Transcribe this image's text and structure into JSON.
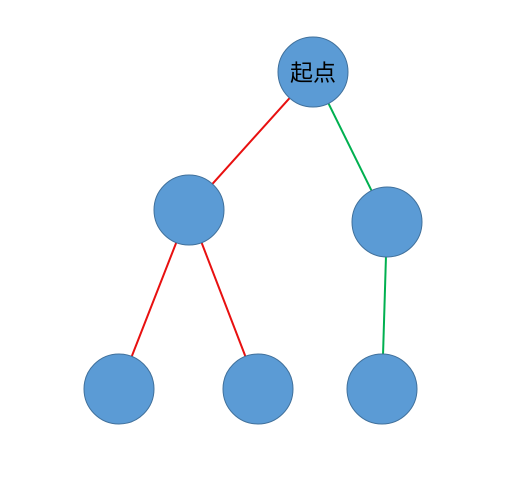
{
  "diagram": {
    "type": "tree",
    "colors": {
      "node_fill": "#5b9bd5",
      "node_stroke": "#41719c",
      "edge_red": "#e81010",
      "edge_green": "#00b050",
      "label": "#000000"
    },
    "nodes": [
      {
        "id": "root",
        "label": "起点"
      },
      {
        "id": "left-mid",
        "label": ""
      },
      {
        "id": "right-mid",
        "label": ""
      },
      {
        "id": "left-left",
        "label": ""
      },
      {
        "id": "left-right",
        "label": ""
      },
      {
        "id": "right-bottom",
        "label": ""
      }
    ],
    "edges": [
      {
        "from": "root",
        "to": "left-mid",
        "color": "#e81010"
      },
      {
        "from": "root",
        "to": "right-mid",
        "color": "#00b050"
      },
      {
        "from": "left-mid",
        "to": "left-left",
        "color": "#e81010"
      },
      {
        "from": "left-mid",
        "to": "left-right",
        "color": "#e81010"
      },
      {
        "from": "right-mid",
        "to": "right-bottom",
        "color": "#00b050"
      }
    ]
  }
}
